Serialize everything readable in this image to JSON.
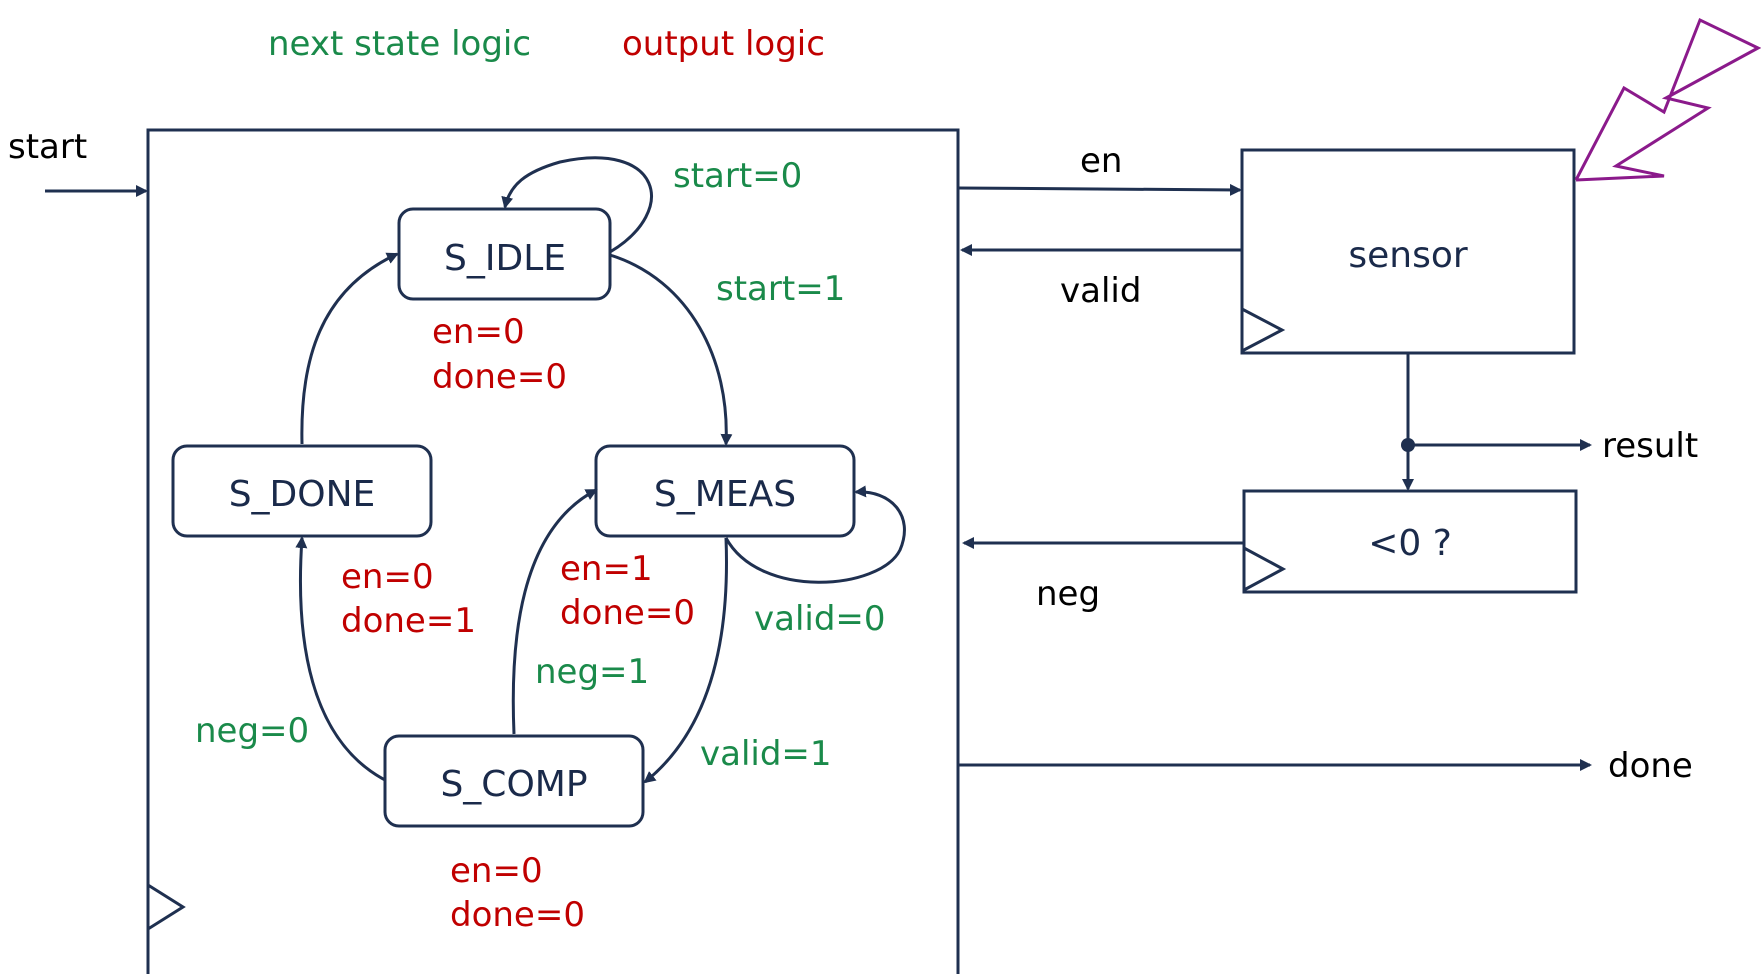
{
  "colors": {
    "next_state": "#1a8a4a",
    "output": "#c00000",
    "wire": "#1f3050",
    "lightning": "#8b1a8b"
  },
  "legend": {
    "next_state": "next state logic",
    "output": "output logic"
  },
  "io": {
    "start": "start",
    "en": "en",
    "valid": "valid",
    "neg": "neg",
    "result": "result",
    "done": "done"
  },
  "blocks": {
    "sensor": "sensor",
    "compare": "<0 ?"
  },
  "states": {
    "idle": "S_IDLE",
    "meas": "S_MEAS",
    "done": "S_DONE",
    "comp": "S_COMP"
  },
  "transitions": {
    "idle_self": "start=0",
    "idle_to_meas": "start=1",
    "meas_self": "valid=0",
    "meas_to_comp": "valid=1",
    "comp_to_meas": "neg=1",
    "comp_to_done": "neg=0"
  },
  "outputs": {
    "idle": [
      "en=0",
      "done=0"
    ],
    "meas": [
      "en=1",
      "done=0"
    ],
    "done": [
      "en=0",
      "done=1"
    ],
    "comp": [
      "en=0",
      "done=0"
    ]
  },
  "icons": {
    "lightning": "lightning-icon",
    "clock": "clock-triangle-icon"
  }
}
